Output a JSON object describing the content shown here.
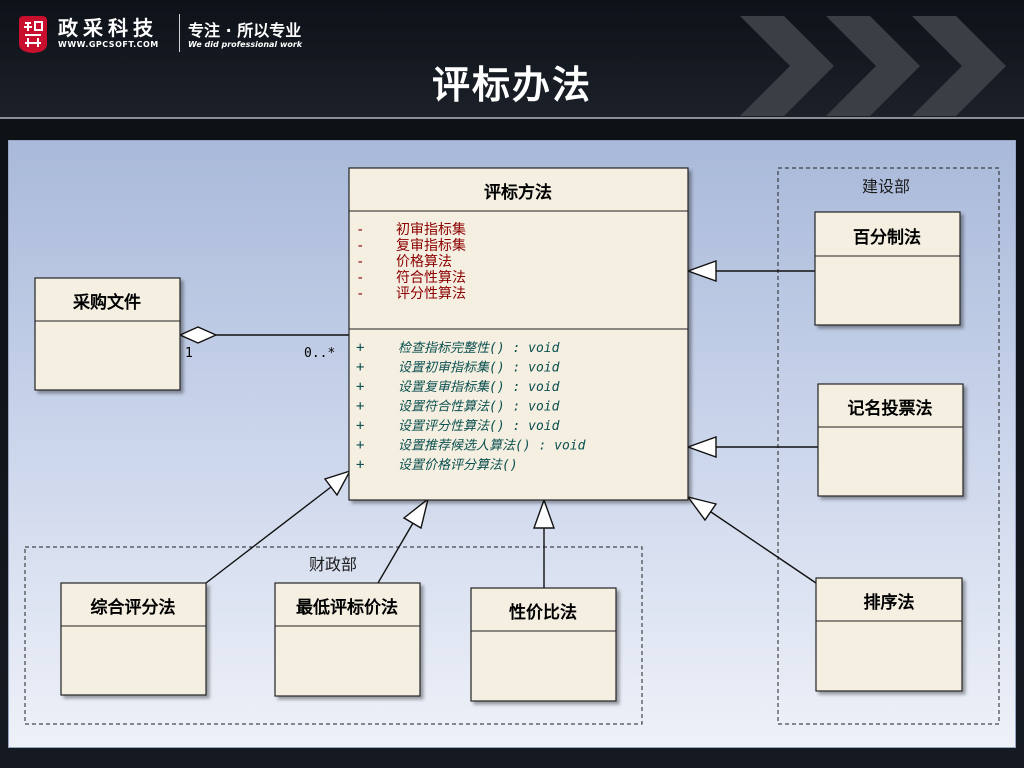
{
  "header": {
    "brand_name": "政采科技",
    "brand_url": "WWW.GPCSOFT.COM",
    "slogan": "专注 · 所以专业",
    "slogan_en": "We did professional work",
    "title": "评标办法",
    "colors": {
      "logo": "#c8102e",
      "background": "#0c0f14",
      "chevron": "#3a3f46"
    }
  },
  "diagram": {
    "main_class": {
      "name": "评标方法",
      "attributes": [
        {
          "visibility": "-",
          "name": "初审指标集"
        },
        {
          "visibility": "-",
          "name": "复审指标集"
        },
        {
          "visibility": "-",
          "name": "价格算法"
        },
        {
          "visibility": "-",
          "name": "符合性算法"
        },
        {
          "visibility": "-",
          "name": "评分性算法"
        }
      ],
      "operations": [
        {
          "visibility": "+",
          "signature": "检查指标完整性() : void"
        },
        {
          "visibility": "+",
          "signature": "设置初审指标集() : void"
        },
        {
          "visibility": "+",
          "signature": "设置复审指标集() : void"
        },
        {
          "visibility": "+",
          "signature": "设置符合性算法() : void"
        },
        {
          "visibility": "+",
          "signature": "设置评分性算法() : void"
        },
        {
          "visibility": "+",
          "signature": "设置推荐候选人算法() : void"
        },
        {
          "visibility": "+",
          "signature": "设置价格评分算法()"
        }
      ]
    },
    "procurement_class": {
      "name": "采购文件"
    },
    "association": {
      "source_multiplicity": "1",
      "target_multiplicity": "0..*"
    },
    "packages": {
      "construction": {
        "label": "建设部",
        "classes": [
          "百分制法",
          "记名投票法",
          "排序法"
        ]
      },
      "finance": {
        "label": "财政部",
        "classes": [
          "综合评分法",
          "最低评标价法",
          "性价比法"
        ]
      }
    },
    "colors": {
      "class_fill": "#f4efe1",
      "attribute_text": "#8b0000",
      "operation_text": "#0b5050"
    }
  }
}
